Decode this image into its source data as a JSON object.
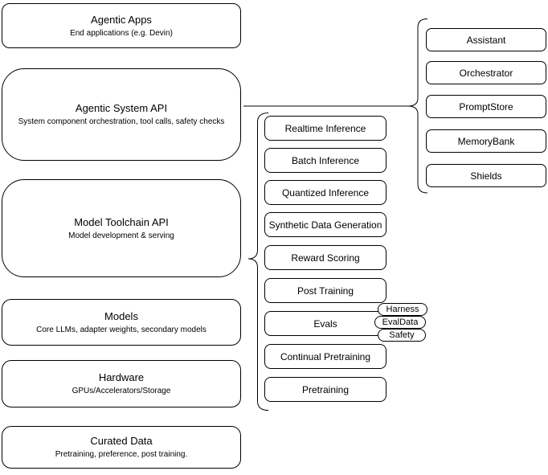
{
  "diagram": {
    "stack": [
      {
        "title": "Agentic Apps",
        "subtitle": "End applications (e.g. Devin)"
      },
      {
        "title": "Agentic System API",
        "subtitle": "System component orchestration, tool calls, safety checks"
      },
      {
        "title": "Model Toolchain API",
        "subtitle": "Model development & serving"
      },
      {
        "title": "Models",
        "subtitle": "Core LLMs, adapter weights, secondary models"
      },
      {
        "title": "Hardware",
        "subtitle": "GPUs/Accelerators/Storage"
      },
      {
        "title": "Curated Data",
        "subtitle": "Pretraining, preference, post training."
      }
    ],
    "toolchain_components": [
      "Realtime Inference",
      "Batch Inference",
      "Quantized Inference",
      "Synthetic Data Generation",
      "Reward Scoring",
      "Post Training",
      "Evals",
      "Continual Pretraining",
      "Pretraining"
    ],
    "evals_tags": [
      "Harness",
      "EvalData",
      "Safety"
    ],
    "system_components": [
      "Assistant",
      "Orchestrator",
      "PromptStore",
      "MemoryBank",
      "Shields"
    ],
    "colors": {
      "stroke": "#000000",
      "fill": "#ffffff",
      "text": "#000000"
    }
  }
}
